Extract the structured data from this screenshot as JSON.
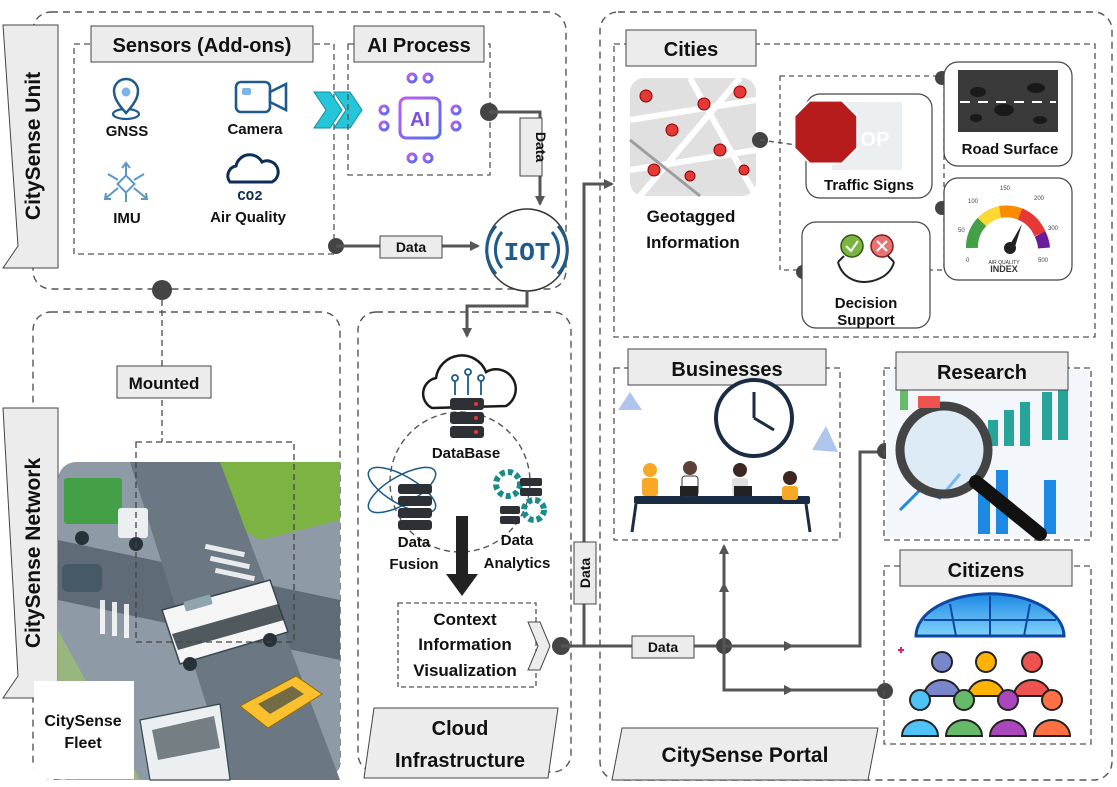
{
  "unit": {
    "title": "CitySense Unit",
    "sensors_title": "Sensors (Add-ons)",
    "sensors": [
      "GNSS",
      "Camera",
      "IMU",
      "Air Quality"
    ],
    "ai_title": "AI Process",
    "ai_icon_text": "AI",
    "air_quality_icon_text": "CO2"
  },
  "network": {
    "title": "CitySense Network",
    "mounted": "Mounted",
    "fleet_line1": "CitySense",
    "fleet_line2": "Fleet"
  },
  "cloud": {
    "title_line1": "Cloud",
    "title_line2": "Infrastructure",
    "database": "DataBase",
    "fusion_line1": "Data",
    "fusion_line2": "Fusion",
    "analytics_line1": "Data",
    "analytics_line2": "Analytics",
    "context": [
      "Context",
      "Information",
      "Visualization"
    ]
  },
  "flow": {
    "data_label": "Data",
    "iot_text": "IOT"
  },
  "portal": {
    "title": "CitySense Portal",
    "cities": "Cities",
    "geo_line1": "Geotagged",
    "geo_line2": "Information",
    "traffic_signs": "Traffic Signs",
    "stop_text": "OP",
    "road_surface": "Road Surface",
    "decision_line1": "Decision",
    "decision_line2": "Support",
    "aq_index_small": "AIR QUALITY",
    "aq_index": "INDEX",
    "gauge_ticks": [
      "0",
      "50",
      "100",
      "150",
      "200",
      "300",
      "500"
    ],
    "businesses": "Businesses",
    "research": "Research",
    "citizens": "Citizens"
  },
  "colors": {
    "dash": "#555555",
    "tab_fill": "#ececec",
    "arrow": "#555555",
    "ai_purple": "#7b4fe0",
    "chevron": "#26c6da",
    "icon_blue": "#1f5a8c"
  }
}
